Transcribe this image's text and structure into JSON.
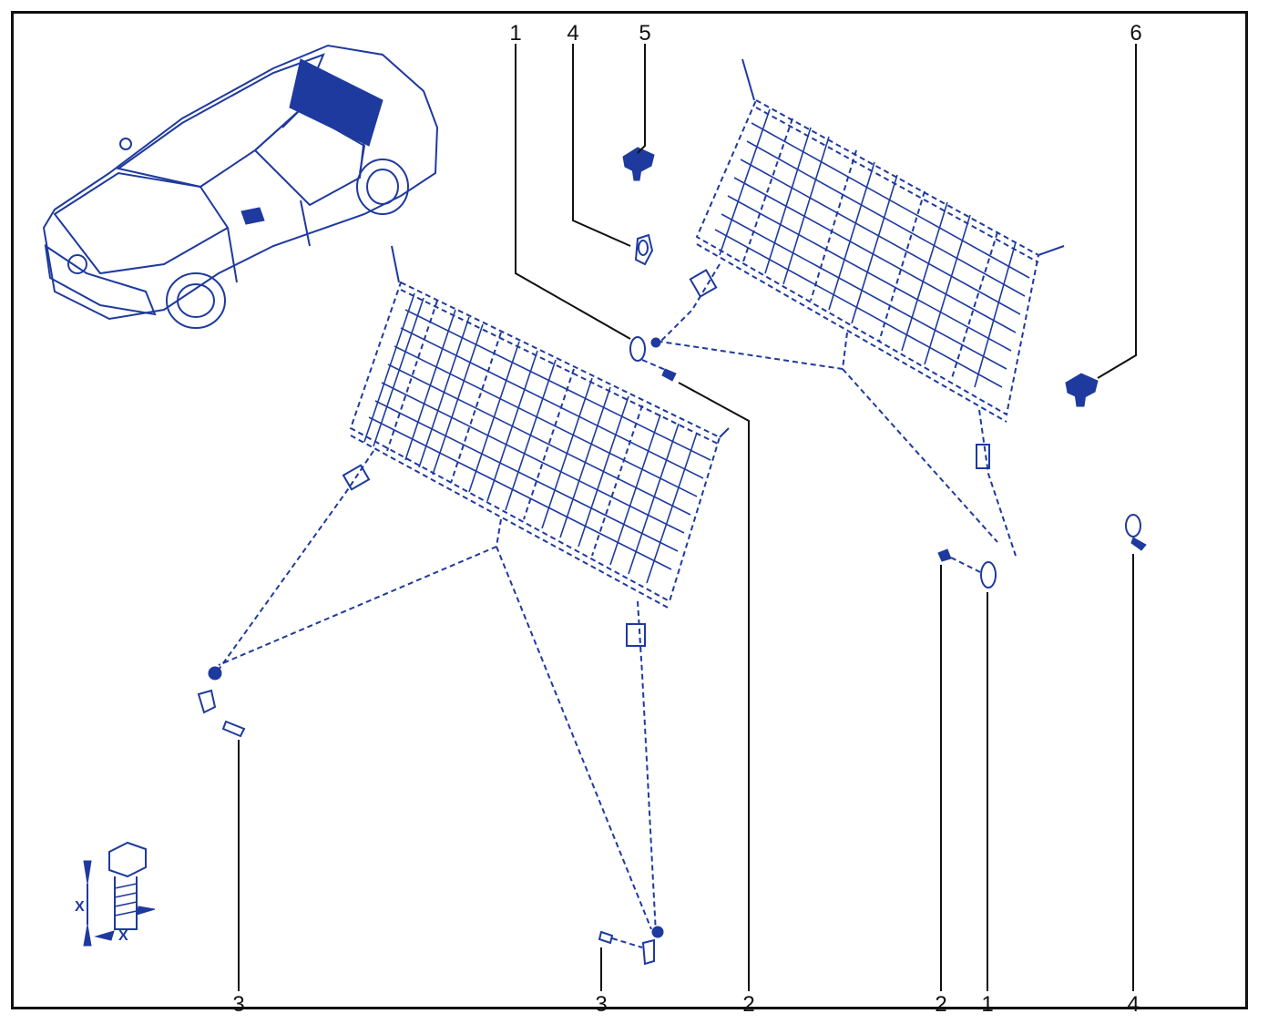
{
  "callouts": {
    "top_1": "1",
    "top_4": "4",
    "top_5": "5",
    "top_6": "6",
    "bottom_3a": "3",
    "bottom_3b": "3",
    "bottom_2a": "2",
    "bottom_2b": "2",
    "bottom_1": "1",
    "bottom_4": "4"
  },
  "torque_symbol": {
    "x_label_1": "X",
    "x_label_2": "X"
  },
  "colors": {
    "line_art": "#1e3a9e",
    "frame": "#111111"
  },
  "icons": {
    "vehicle": "sedan-location-icon",
    "torque": "bolt-torque-icon"
  }
}
